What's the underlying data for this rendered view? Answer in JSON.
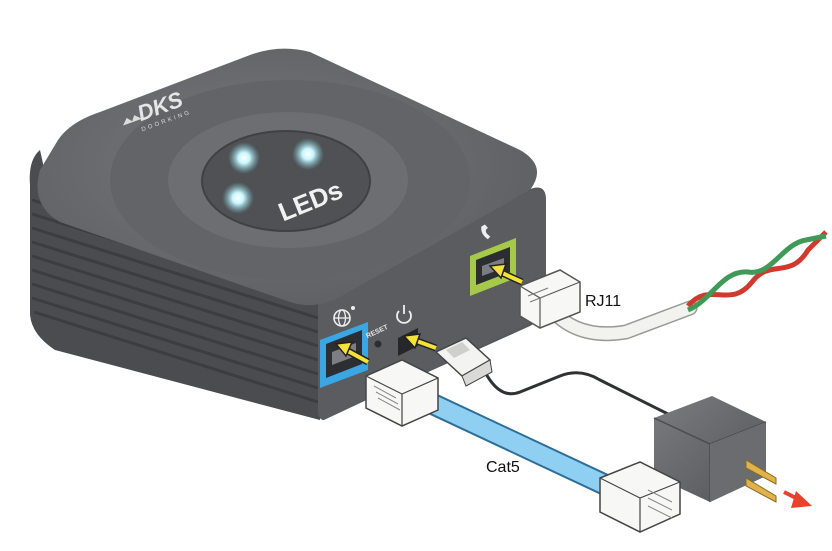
{
  "brand": {
    "logo_text": "DKS",
    "logo_subtext": "DOORKING"
  },
  "device": {
    "led_label": "LEDs",
    "reset_label": "RESET"
  },
  "labels": {
    "rj11": "RJ11",
    "cat5": "Cat5"
  },
  "colors": {
    "device_body": "#5d5f62",
    "device_top": "#6b6d70",
    "led_glow": "#bff4ff",
    "ethernet_port_frame": "#3aa6e3",
    "phone_port_frame": "#a6c94a",
    "arrow": "#f4e23a",
    "cat5_cable": "#8fd0f2",
    "rj11_cable": "#f2f2ee",
    "wire_red": "#d03a2e",
    "wire_green": "#3f9a57",
    "power_arrow": "#e8412c"
  },
  "icons": [
    "globe-icon",
    "power-icon",
    "phone-handset-icon",
    "dks-logo-icon"
  ]
}
